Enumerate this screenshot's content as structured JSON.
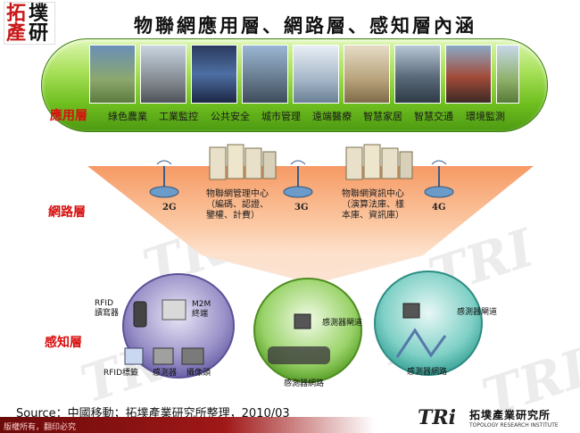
{
  "title": "物聯網應用層、網路層、感知層內涵",
  "logo": {
    "chars": [
      "拓",
      "墣",
      "產",
      "研"
    ]
  },
  "watermark": "TRI",
  "application_layer": {
    "label": "應用層",
    "items": [
      "綠色農業",
      "工業監控",
      "公共安全",
      "城市管理",
      "遠端醫療",
      "智慧家居",
      "智慧交通",
      "環境監測"
    ]
  },
  "network_layer": {
    "label": "網路層",
    "generations": [
      "2G",
      "3G",
      "4G"
    ],
    "management_center": "物聯網管理中心\n（編碼、認證、鑒權、計費）",
    "information_center": "物聯網資訊中心\n（演算法庫、樣本庫、資訊庫）"
  },
  "sensing_layer": {
    "label": "感知層",
    "group1": {
      "rfid_reader": "RFID\n讀寫器",
      "m2m_terminal": "M2M\n終端",
      "rfid_tag": "RFID標籤",
      "sensor": "感測器",
      "camera": "攝像頭"
    },
    "group2": {
      "gateway": "感測器閘道",
      "network": "感測器網路"
    },
    "group3": {
      "gateway": "感測器閘道",
      "network": "感測器網路"
    }
  },
  "source": "Source：中國移動；拓墣產業研究所整理，2010/03",
  "footer": "版權所有，翻印必究",
  "tri_logo": {
    "mark": "TRi",
    "name": "拓墣產業研究所",
    "english": "TOPOLOGY RESEARCH INSTITUTE"
  },
  "colors": {
    "label_red": "#d81010",
    "band_green": "#6fbf1f",
    "funnel_orange": "#f7b48a",
    "footer_red": "#a01818"
  }
}
